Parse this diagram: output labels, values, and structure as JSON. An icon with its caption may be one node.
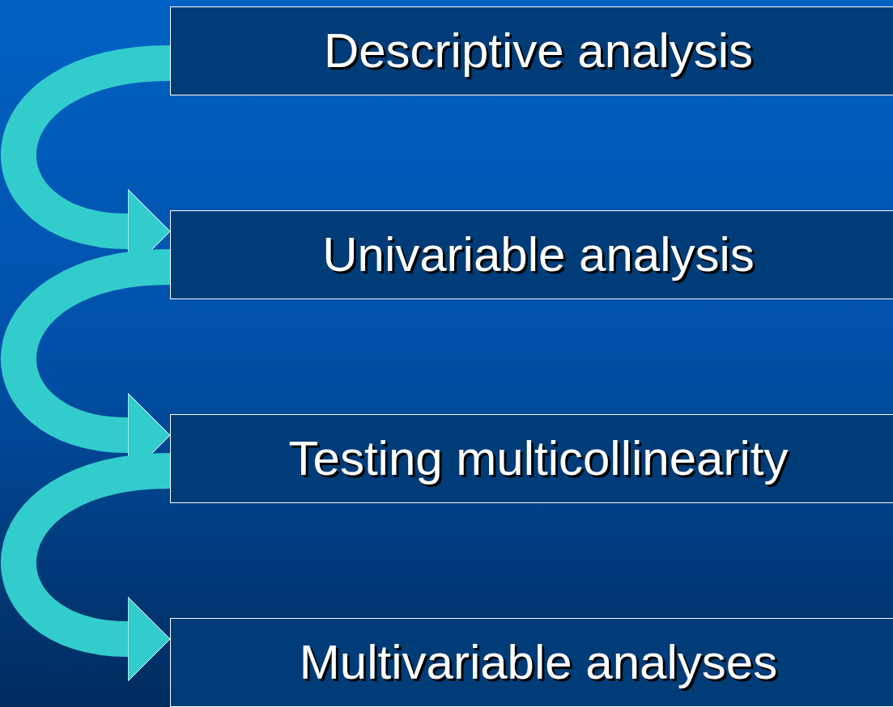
{
  "diagram": {
    "nodes": [
      {
        "text": [
          "Descriptive analysis"
        ]
      },
      {
        "text": [
          "Univariable analysis"
        ]
      },
      {
        "text": [
          "Testing multicollinearity"
        ]
      },
      {
        "text": [
          "Multivariable analyses"
        ]
      }
    ],
    "edges": [
      {
        "from": 0,
        "to": 1,
        "arrow": "to"
      },
      {
        "from": 1,
        "to": 2,
        "arrow": "to"
      },
      {
        "from": 2,
        "to": 3,
        "arrow": "to"
      }
    ]
  }
}
